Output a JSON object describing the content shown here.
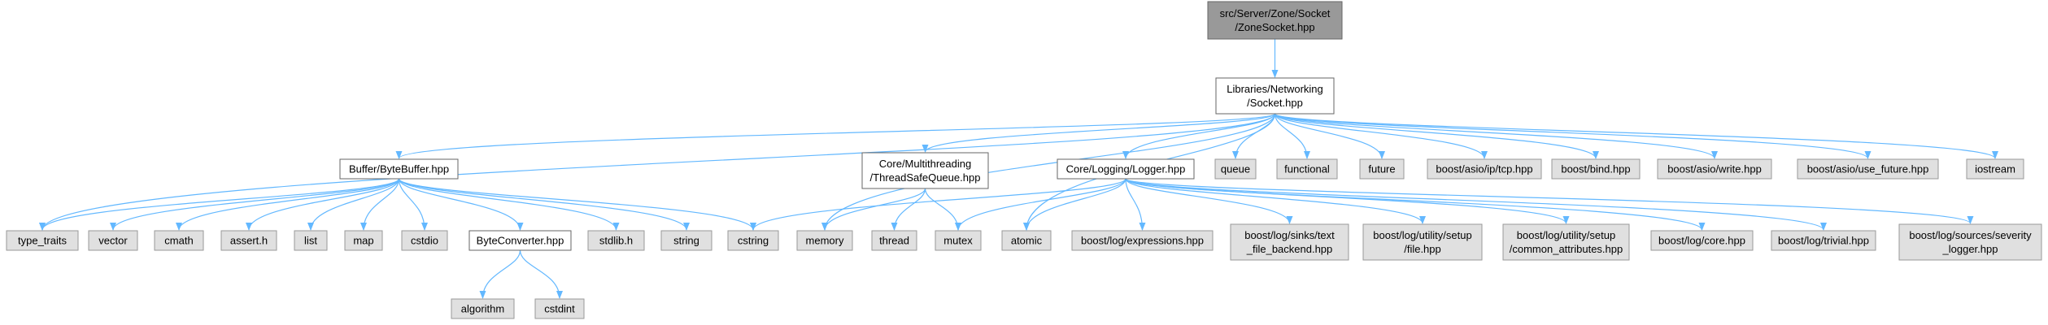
{
  "colors": {
    "edge": "#63B8FF",
    "root_fill": "#999999",
    "root_stroke": "#666666",
    "file_fill": "#FFFFFF",
    "file_stroke": "#666666",
    "system_fill": "#E0E0E0",
    "system_stroke": "#999999"
  },
  "nodes": [
    {
      "id": "zonesocket",
      "lines": [
        "src/Server/Zone/Socket",
        "/ZoneSocket.hpp"
      ],
      "kind": "root"
    },
    {
      "id": "socket",
      "lines": [
        "Libraries/Networking",
        "/Socket.hpp"
      ],
      "kind": "file"
    },
    {
      "id": "bytebuffer",
      "lines": [
        "Buffer/ByteBuffer.hpp"
      ],
      "kind": "file"
    },
    {
      "id": "threadsafequeue",
      "lines": [
        "Core/Multithreading",
        "/ThreadSafeQueue.hpp"
      ],
      "kind": "file"
    },
    {
      "id": "logger",
      "lines": [
        "Core/Logging/Logger.hpp"
      ],
      "kind": "file"
    },
    {
      "id": "queue",
      "lines": [
        "queue"
      ],
      "kind": "system"
    },
    {
      "id": "functional",
      "lines": [
        "functional"
      ],
      "kind": "system"
    },
    {
      "id": "future",
      "lines": [
        "future"
      ],
      "kind": "system"
    },
    {
      "id": "tcp",
      "lines": [
        "boost/asio/ip/tcp.hpp"
      ],
      "kind": "system"
    },
    {
      "id": "bind",
      "lines": [
        "boost/bind.hpp"
      ],
      "kind": "system"
    },
    {
      "id": "write",
      "lines": [
        "boost/asio/write.hpp"
      ],
      "kind": "system"
    },
    {
      "id": "use_future",
      "lines": [
        "boost/asio/use_future.hpp"
      ],
      "kind": "system"
    },
    {
      "id": "iostream",
      "lines": [
        "iostream"
      ],
      "kind": "system"
    },
    {
      "id": "type_traits",
      "lines": [
        "type_traits"
      ],
      "kind": "system"
    },
    {
      "id": "vector",
      "lines": [
        "vector"
      ],
      "kind": "system"
    },
    {
      "id": "cmath",
      "lines": [
        "cmath"
      ],
      "kind": "system"
    },
    {
      "id": "assert",
      "lines": [
        "assert.h"
      ],
      "kind": "system"
    },
    {
      "id": "list",
      "lines": [
        "list"
      ],
      "kind": "system"
    },
    {
      "id": "map",
      "lines": [
        "map"
      ],
      "kind": "system"
    },
    {
      "id": "cstdio",
      "lines": [
        "cstdio"
      ],
      "kind": "system"
    },
    {
      "id": "byteconverter",
      "lines": [
        "ByteConverter.hpp"
      ],
      "kind": "file"
    },
    {
      "id": "stdlib",
      "lines": [
        "stdlib.h"
      ],
      "kind": "system"
    },
    {
      "id": "string",
      "lines": [
        "string"
      ],
      "kind": "system"
    },
    {
      "id": "cstring",
      "lines": [
        "cstring"
      ],
      "kind": "system"
    },
    {
      "id": "memory",
      "lines": [
        "memory"
      ],
      "kind": "system"
    },
    {
      "id": "thread",
      "lines": [
        "thread"
      ],
      "kind": "system"
    },
    {
      "id": "mutex",
      "lines": [
        "mutex"
      ],
      "kind": "system"
    },
    {
      "id": "atomic",
      "lines": [
        "atomic"
      ],
      "kind": "system"
    },
    {
      "id": "expressions",
      "lines": [
        "boost/log/expressions.hpp"
      ],
      "kind": "system"
    },
    {
      "id": "text_file_backend",
      "lines": [
        "boost/log/sinks/text",
        "_file_backend.hpp"
      ],
      "kind": "system"
    },
    {
      "id": "setup_file",
      "lines": [
        "boost/log/utility/setup",
        "/file.hpp"
      ],
      "kind": "system"
    },
    {
      "id": "common_attributes",
      "lines": [
        "boost/log/utility/setup",
        "/common_attributes.hpp"
      ],
      "kind": "system"
    },
    {
      "id": "core",
      "lines": [
        "boost/log/core.hpp"
      ],
      "kind": "system"
    },
    {
      "id": "trivial",
      "lines": [
        "boost/log/trivial.hpp"
      ],
      "kind": "system"
    },
    {
      "id": "severity_logger",
      "lines": [
        "boost/log/sources/severity",
        "_logger.hpp"
      ],
      "kind": "system"
    },
    {
      "id": "algorithm",
      "lines": [
        "algorithm"
      ],
      "kind": "system"
    },
    {
      "id": "cstdint",
      "lines": [
        "cstdint"
      ],
      "kind": "system"
    }
  ],
  "edges": [
    [
      "zonesocket",
      "socket"
    ],
    [
      "socket",
      "type_traits"
    ],
    [
      "socket",
      "bytebuffer"
    ],
    [
      "socket",
      "memory"
    ],
    [
      "socket",
      "threadsafequeue"
    ],
    [
      "socket",
      "atomic"
    ],
    [
      "socket",
      "logger"
    ],
    [
      "socket",
      "queue"
    ],
    [
      "socket",
      "functional"
    ],
    [
      "socket",
      "future"
    ],
    [
      "socket",
      "tcp"
    ],
    [
      "socket",
      "bind"
    ],
    [
      "socket",
      "write"
    ],
    [
      "socket",
      "use_future"
    ],
    [
      "socket",
      "iostream"
    ],
    [
      "bytebuffer",
      "type_traits"
    ],
    [
      "bytebuffer",
      "vector"
    ],
    [
      "bytebuffer",
      "cmath"
    ],
    [
      "bytebuffer",
      "assert"
    ],
    [
      "bytebuffer",
      "list"
    ],
    [
      "bytebuffer",
      "map"
    ],
    [
      "bytebuffer",
      "cstdio"
    ],
    [
      "bytebuffer",
      "byteconverter"
    ],
    [
      "bytebuffer",
      "stdlib"
    ],
    [
      "bytebuffer",
      "string"
    ],
    [
      "bytebuffer",
      "cstring"
    ],
    [
      "byteconverter",
      "algorithm"
    ],
    [
      "byteconverter",
      "cstdint"
    ],
    [
      "threadsafequeue",
      "memory"
    ],
    [
      "threadsafequeue",
      "thread"
    ],
    [
      "threadsafequeue",
      "mutex"
    ],
    [
      "logger",
      "cstring"
    ],
    [
      "logger",
      "mutex"
    ],
    [
      "logger",
      "atomic"
    ],
    [
      "logger",
      "expressions"
    ],
    [
      "logger",
      "text_file_backend"
    ],
    [
      "logger",
      "setup_file"
    ],
    [
      "logger",
      "common_attributes"
    ],
    [
      "logger",
      "core"
    ],
    [
      "logger",
      "trivial"
    ],
    [
      "logger",
      "severity_logger"
    ]
  ]
}
